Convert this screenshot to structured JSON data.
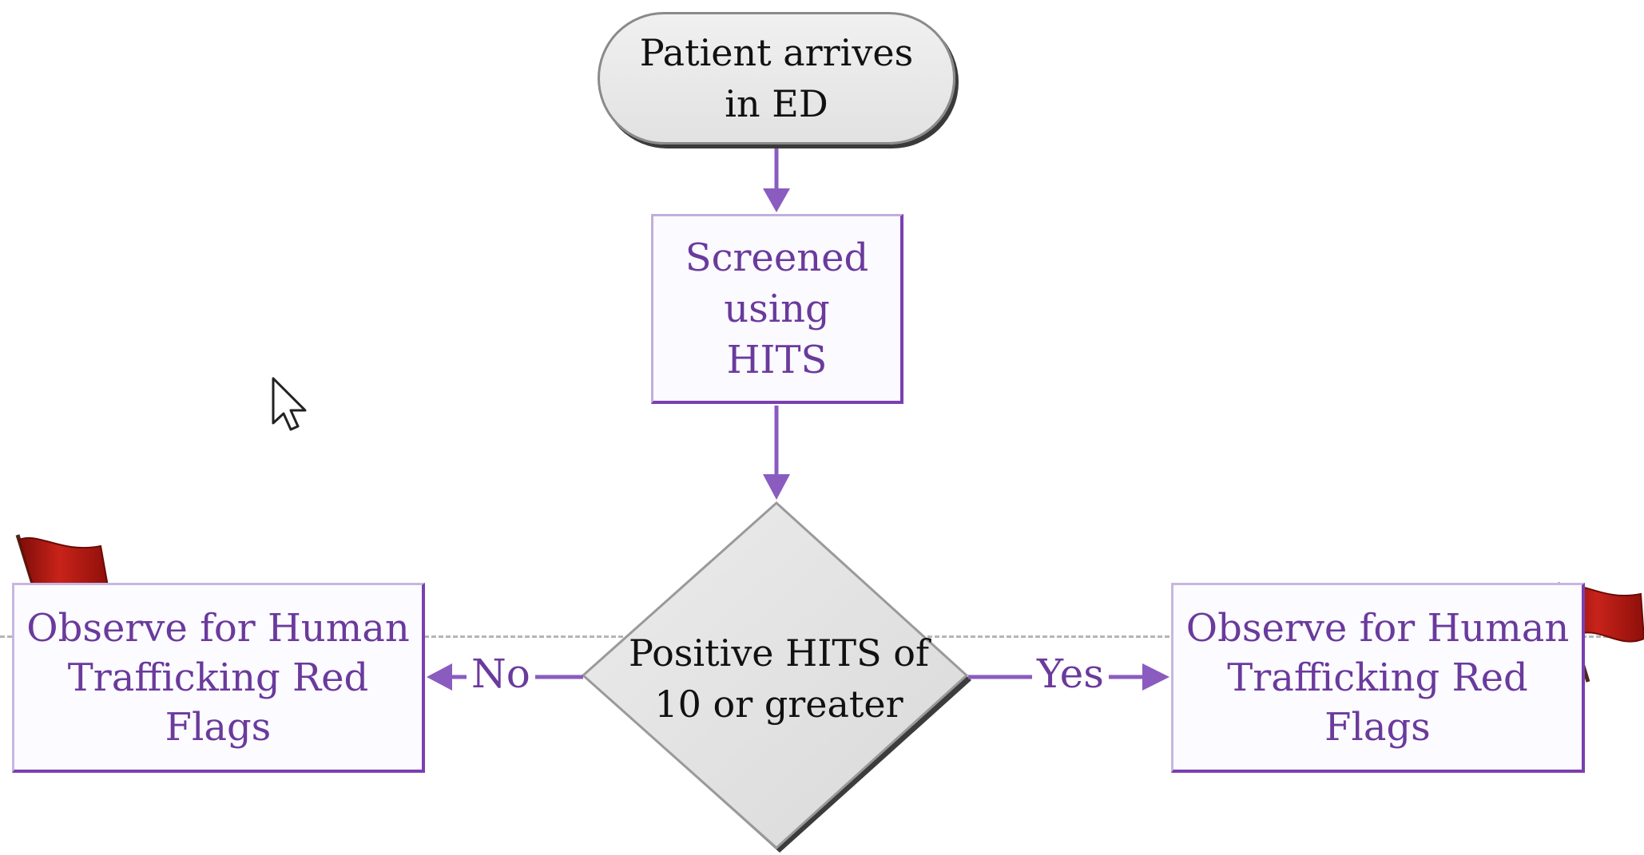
{
  "nodes": {
    "start": {
      "text": "Patient arrives in ED"
    },
    "screen": {
      "text": "Screened using HITS"
    },
    "decision": {
      "text": "Positive HITS of 10 or greater"
    },
    "observe_left": {
      "text": "Observe for Human Trafficking Red Flags"
    },
    "observe_right": {
      "text": "Observe for Human Trafficking Red Flags"
    }
  },
  "edges": {
    "no_label": "No",
    "yes_label": "Yes"
  },
  "colors": {
    "accent": "#7a3fb0",
    "text_purple": "#6a3a9c",
    "node_gray": "#e4e4e4",
    "flag_red": "#b3120c"
  },
  "icons": [
    "flag-icon",
    "cursor-icon"
  ]
}
